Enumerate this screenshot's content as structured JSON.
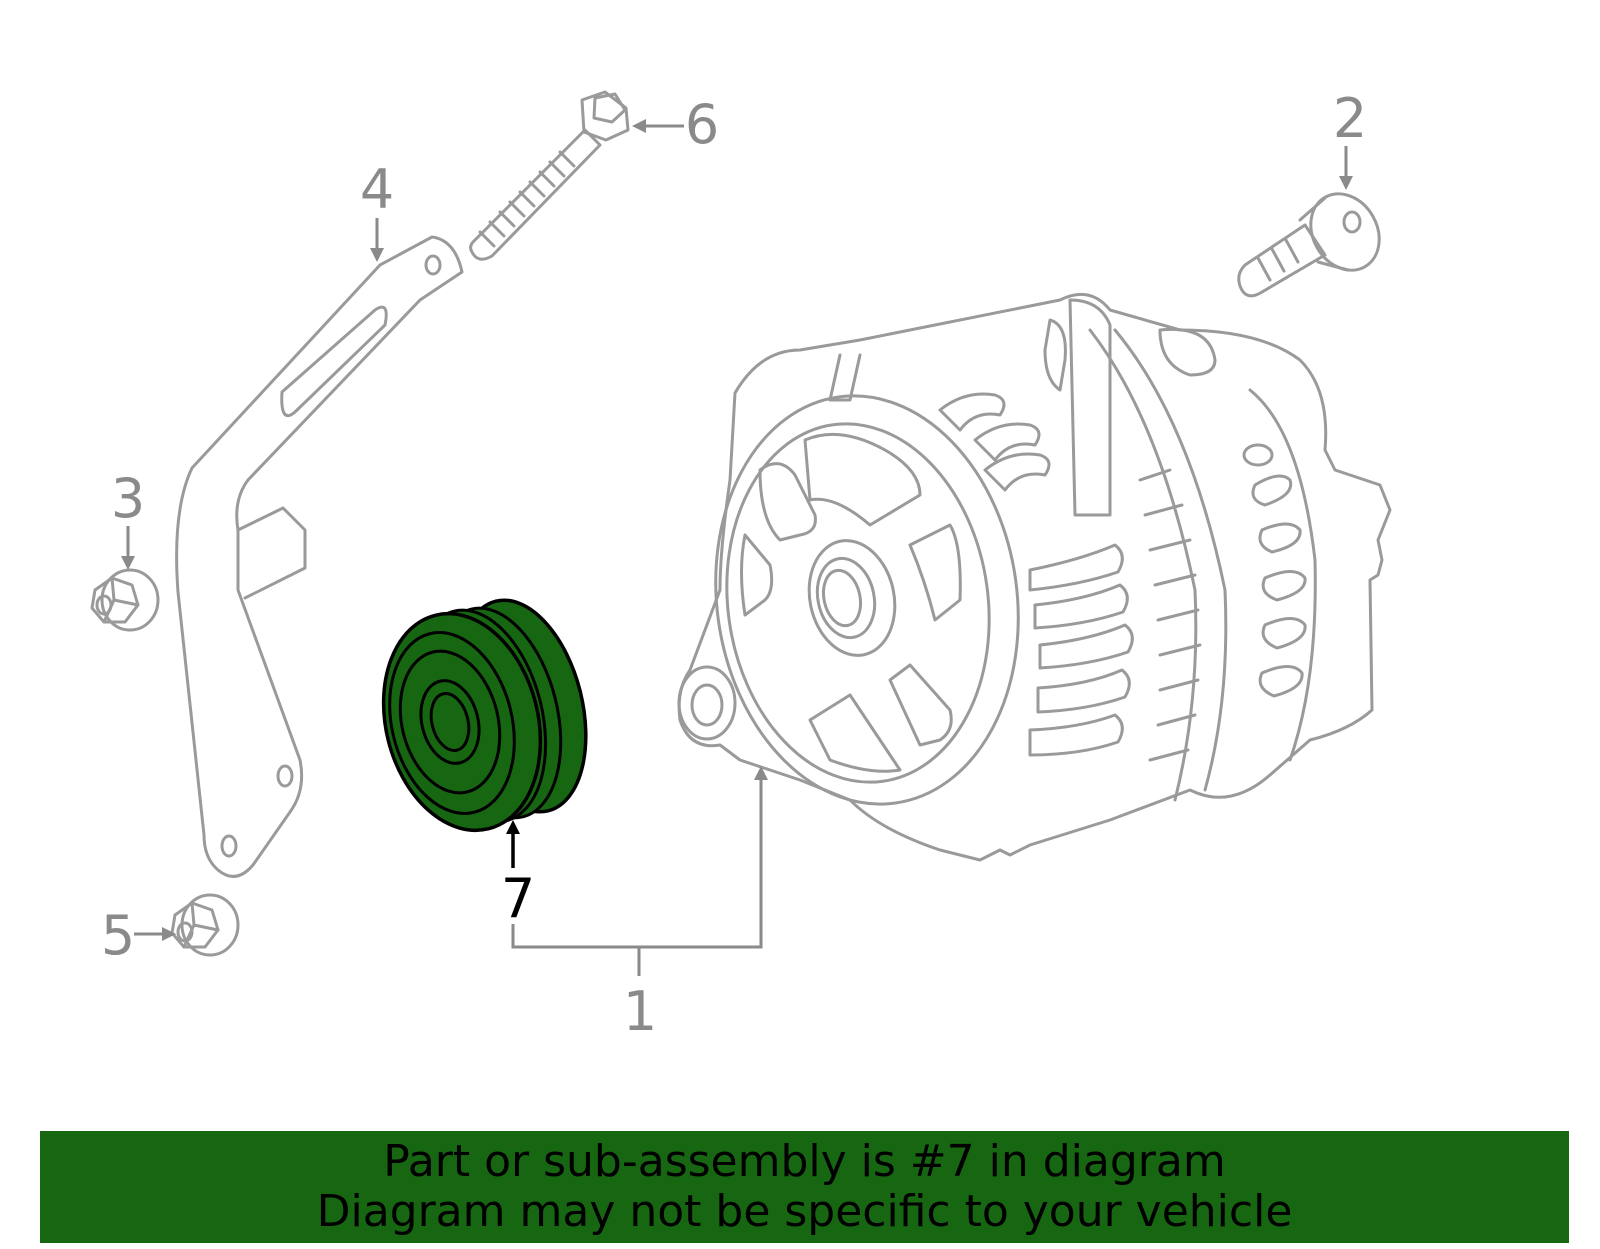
{
  "colors": {
    "highlight": "#176611",
    "banner_bg": "#176611",
    "part_outline": "#9a9a9a",
    "label_text": "#8a8a8a",
    "highlight_label": "#000000"
  },
  "callouts": [
    {
      "id": "1",
      "label": "1",
      "highlighted": false
    },
    {
      "id": "2",
      "label": "2",
      "highlighted": false
    },
    {
      "id": "3",
      "label": "3",
      "highlighted": false
    },
    {
      "id": "4",
      "label": "4",
      "highlighted": false
    },
    {
      "id": "5",
      "label": "5",
      "highlighted": false
    },
    {
      "id": "6",
      "label": "6",
      "highlighted": false
    },
    {
      "id": "7",
      "label": "7",
      "highlighted": true
    }
  ],
  "banner": {
    "line1": "Part or sub-assembly is #7 in diagram",
    "line2": "Diagram may not be specific to your vehicle"
  }
}
